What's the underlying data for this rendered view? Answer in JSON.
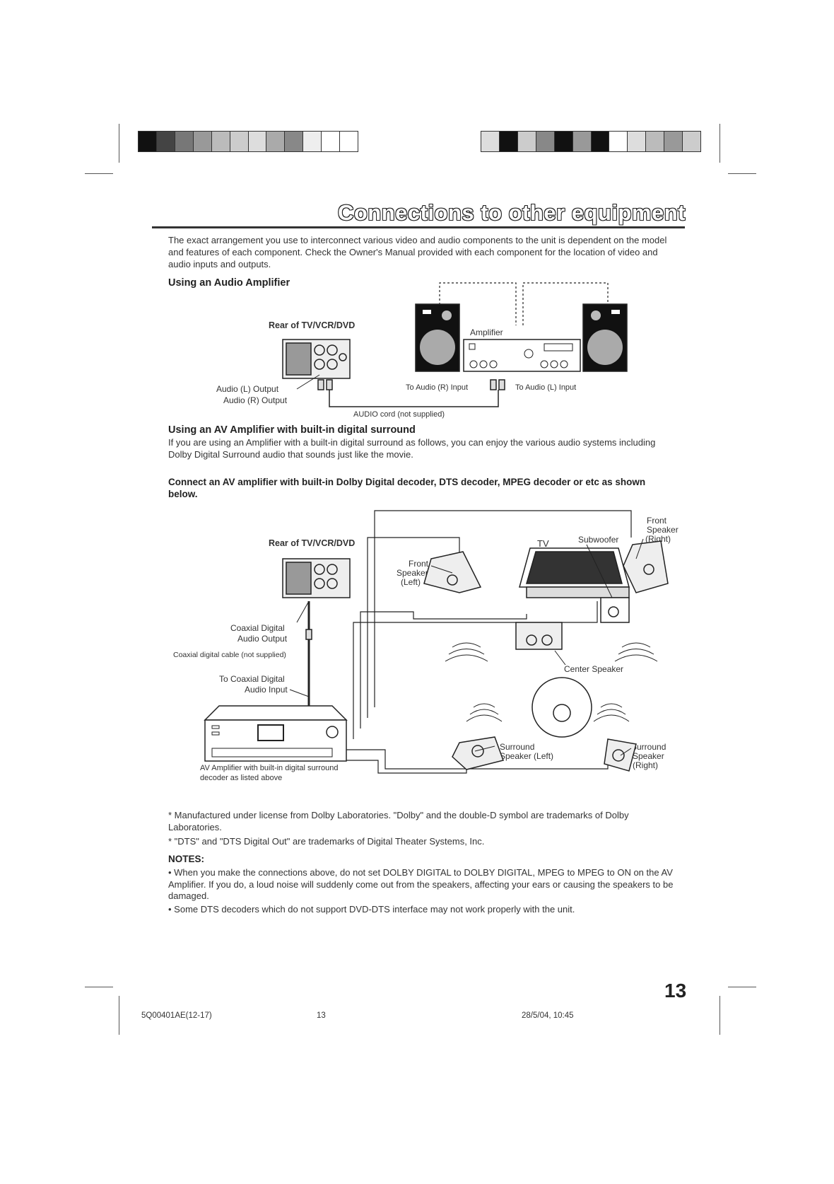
{
  "page": {
    "title": "Connections to other equipment",
    "intro": "The exact arrangement you use to interconnect various video and audio components to the unit is dependent on the model and features of each component. Check the Owner's Manual provided with each component for the location of video and audio inputs and outputs.",
    "section1": {
      "heading": "Using an Audio Amplifier",
      "rear_label": "Rear of TV/VCR/DVD",
      "amplifier_label": "Amplifier",
      "audio_l_output": "Audio (L) Output",
      "audio_r_output": "Audio (R) Output",
      "to_audio_r": "To Audio (R) Input",
      "to_audio_l": "To Audio (L) Input",
      "audio_cord": "AUDIO cord (not supplied)"
    },
    "section2": {
      "heading": "Using an AV Amplifier with built-in digital surround",
      "body": "If you are using an Amplifier with a built-in digital surround as follows, you can enjoy the various audio systems including Dolby Digital Surround audio that sounds just like the movie.",
      "connect_line": "Connect an AV amplifier with built-in Dolby Digital decoder, DTS decoder, MPEG decoder or etc as shown below."
    },
    "diagram2": {
      "rear_label": "Rear of TV/VCR/DVD",
      "coaxial_output": [
        "Coaxial Digital",
        "Audio Output"
      ],
      "coaxial_cable": "Coaxial digital cable (not supplied)",
      "coaxial_input": [
        "To Coaxial Digital",
        "Audio Input"
      ],
      "av_amp": [
        "AV Amplifier with built-in digital surround",
        "decoder as listed above"
      ],
      "front_left": [
        "Front",
        "Speaker",
        "(Left)"
      ],
      "tv": "TV",
      "subwoofer": "Subwoofer",
      "front_right": [
        "Front",
        "Speaker",
        "(Right)"
      ],
      "center": "Center Speaker",
      "surround_left": [
        "Surround",
        "Speaker (Left)"
      ],
      "surround_right": [
        "Surround",
        "Speaker",
        "(Right)"
      ]
    },
    "footnotes": [
      "* Manufactured under license from Dolby Laboratories. \"Dolby\" and the double-D symbol are trademarks of Dolby Laboratories.",
      "* \"DTS\" and \"DTS Digital Out\" are trademarks of Digital Theater Systems, Inc."
    ],
    "notes_heading": "NOTES:",
    "notes": [
      "• When you make the connections above, do not set DOLBY DIGITAL to DOLBY DIGITAL, MPEG to MPEG to ON on the AV Amplifier. If you do, a loud noise will suddenly come out from the speakers, affecting your ears or causing the speakers to be damaged.",
      "• Some DTS decoders which do not support DVD-DTS interface may not work properly with the unit."
    ],
    "page_number": "13",
    "footer": {
      "code": "5Q00401AE(12-17)",
      "page": "13",
      "date": "28/5/04, 10:45"
    }
  }
}
